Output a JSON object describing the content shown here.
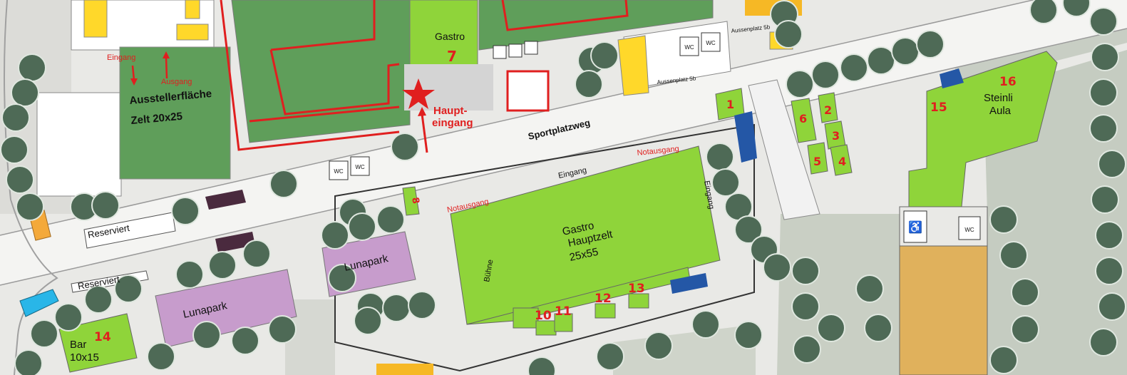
{
  "labels": {
    "eingang_left": "Eingang",
    "ausgang_left": "Ausgang",
    "aussteller_1": "Ausstellerfläche",
    "aussteller_2": "Zelt 20x25",
    "gastro": "Gastro",
    "num_7": "7",
    "haupt_1": "Haupt-",
    "haupt_2": "eingang",
    "sportplatzweg": "Sportplatzweg",
    "aussenplatz_5b_top": "Aussenplatz 5b",
    "aussenplatz_5b": "Aussenplatz 5b",
    "notausgang_right": "Notausgang",
    "notausgang_left": "Notausgang",
    "eingang_top": "Eingang",
    "eingang_side": "Eingang",
    "gastro_haupt_1": "Gastro",
    "gastro_haupt_2": "Hauptzelt",
    "gastro_haupt_3": "25x55",
    "buehne": "Bühne",
    "reserviert_1": "Reserviert",
    "reserviert_2": "Reserviert",
    "lunapark_1": "Lunapark",
    "lunapark_2": "Lunapark",
    "bar_1": "Bar",
    "bar_2": "10x15",
    "steinli_1": "Steinli",
    "steinli_2": "Aula",
    "wc": "WC"
  },
  "numbers": {
    "n1": "1",
    "n2": "2",
    "n3": "3",
    "n4": "4",
    "n5": "5",
    "n6": "6",
    "n8": "8",
    "n10": "10",
    "n11": "11",
    "n12": "12",
    "n13": "13",
    "n14": "14",
    "n15": "15",
    "n16": "16"
  },
  "colors": {
    "background": "#e9e9e6",
    "field_green": "#5f9e5a",
    "tent_green": "#8fd43a",
    "lunapark_purple": "#c79ccc",
    "tree": "#4e6a56",
    "marker_red": "#e01f1f",
    "aula_tan": "#e0b15c",
    "blue": "#2457a6",
    "cyan": "#29b6e8",
    "yellow": "#ffd82a",
    "orange": "#f4a93a"
  },
  "icons": [
    "star-icon",
    "wc-icon",
    "accessible-icon",
    "direction-arrow-icon"
  ]
}
